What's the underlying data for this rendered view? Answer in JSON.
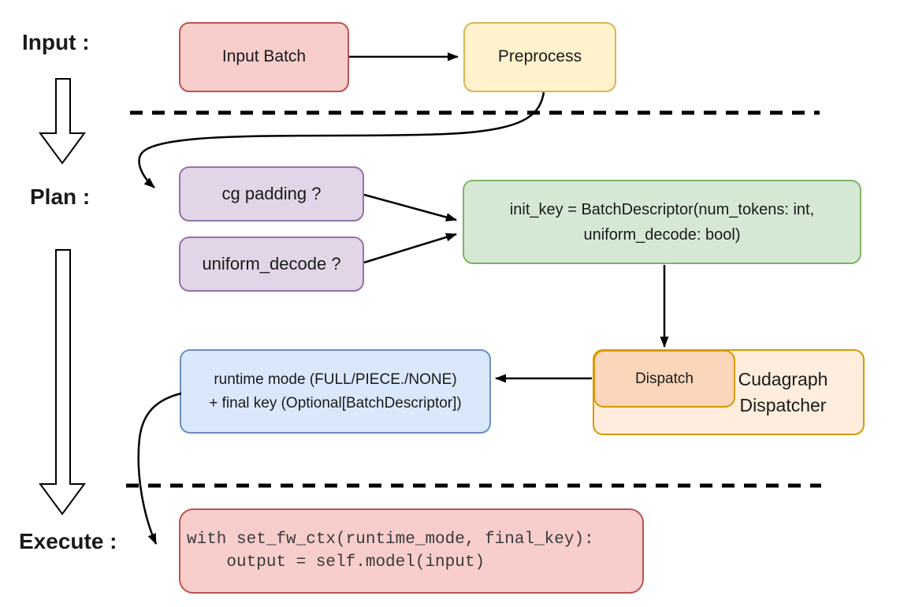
{
  "stages": {
    "input_label": "Input :",
    "plan_label": "Plan :",
    "execute_label": "Execute :"
  },
  "nodes": {
    "input_batch": {
      "label": "Input Batch"
    },
    "preprocess": {
      "label": "Preprocess"
    },
    "cg_padding": {
      "label": "cg padding ?"
    },
    "uniform_decode": {
      "label": "uniform_decode ?"
    },
    "init_key": {
      "line1": "init_key = BatchDescriptor(num_tokens: int,",
      "line2": "uniform_decode: bool)"
    },
    "runtime_mode": {
      "line1": "runtime mode (FULL/PIECE./NONE)",
      "line2": "+ final key (Optional[BatchDescriptor])"
    },
    "dispatch": {
      "label": "Dispatch"
    },
    "cudagraph_dispatcher": {
      "line1": "Cudagraph",
      "line2": "Dispatcher"
    },
    "execute_code": {
      "line1": "with set_fw_ctx(runtime_mode, final_key):",
      "line2": "    output = self.model(input)"
    }
  },
  "colors": {
    "red_fill": "#f8cecc",
    "red_stroke": "#b85450",
    "yellow_fill": "#fff2cc",
    "yellow_stroke": "#d6b656",
    "purple_fill": "#e1d5e7",
    "purple_stroke": "#9673a6",
    "green_fill": "#d5e8d4",
    "green_stroke": "#82b366",
    "blue_fill": "#dae8fc",
    "blue_stroke": "#6c8ebf",
    "orange_outer_fill": "#ffeedd",
    "orange_inner_fill": "#fbd6bb",
    "orange_stroke": "#d79b00",
    "line_color": "#000000",
    "text_color": "#1a1a1a",
    "code_text_color": "#3a3a3a"
  }
}
